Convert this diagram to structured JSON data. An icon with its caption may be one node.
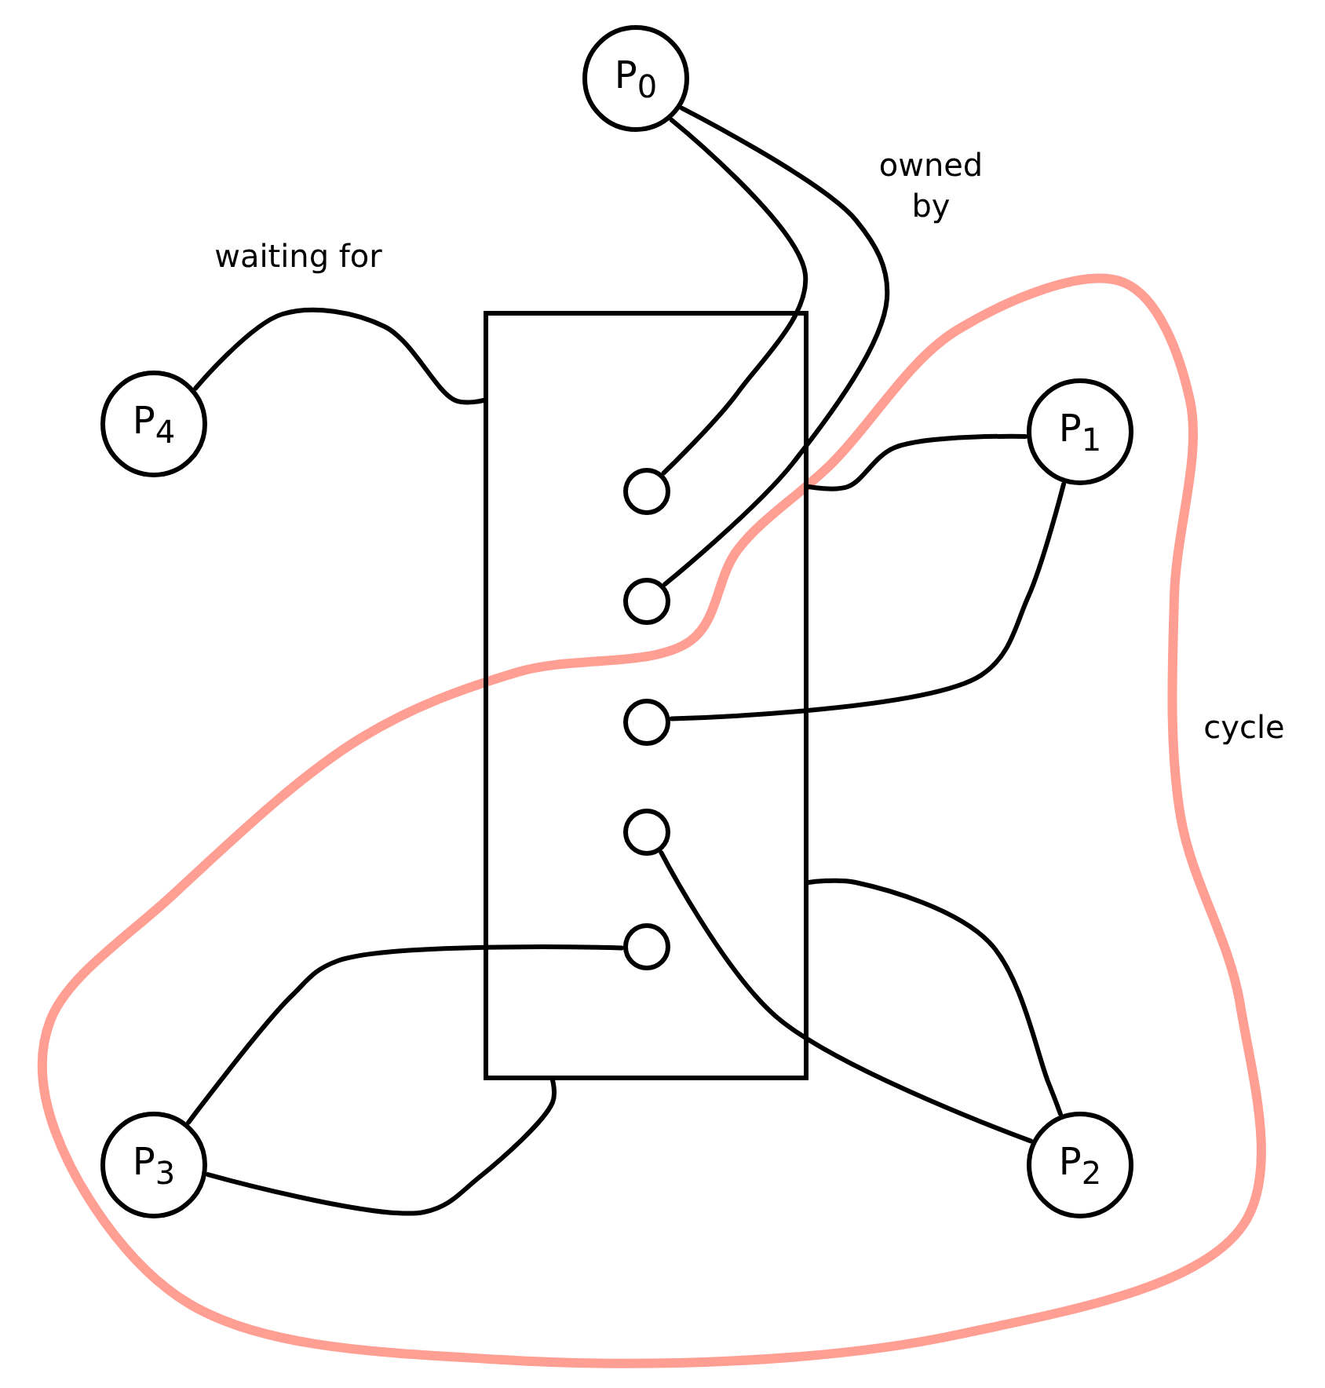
{
  "diagram": {
    "nodes": [
      {
        "text": [
          "P$_{0}$"
        ]
      },
      {
        "text": [
          "P$_{1}$"
        ]
      },
      {
        "text": [
          "P$_{2}$"
        ]
      },
      {
        "text": [
          "P$_{3}$"
        ]
      },
      {
        "text": [
          "P$_{4}$"
        ]
      },
      {
        "text": [],
        "shape": "box"
      },
      {
        "text": [],
        "shape": "circle",
        "in": 5
      },
      {
        "text": [],
        "shape": "circle",
        "in": 5
      },
      {
        "text": [],
        "shape": "circle",
        "in": 5
      },
      {
        "text": [],
        "shape": "circle",
        "in": 5
      },
      {
        "text": [],
        "shape": "circle",
        "in": 5
      }
    ],
    "edges": [
      {
        "from": 6,
        "to": 0,
        "arrow": "none"
      },
      {
        "from": 7,
        "to": 0,
        "arrow": "none"
      },
      {
        "from": 1,
        "to": 5,
        "arrow": "none"
      },
      {
        "from": 8,
        "to": 1,
        "arrow": "none"
      },
      {
        "from": 2,
        "to": 5,
        "arrow": "none"
      },
      {
        "from": 9,
        "to": 2,
        "arrow": "none"
      },
      {
        "from": 10,
        "to": 3,
        "arrow": "none"
      },
      {
        "from": 3,
        "to": 5,
        "arrow": "none"
      },
      {
        "from": 4,
        "to": 5,
        "arrow": "none"
      }
    ],
    "labels": [
      "owned by",
      "waiting for",
      "cycle"
    ]
  }
}
